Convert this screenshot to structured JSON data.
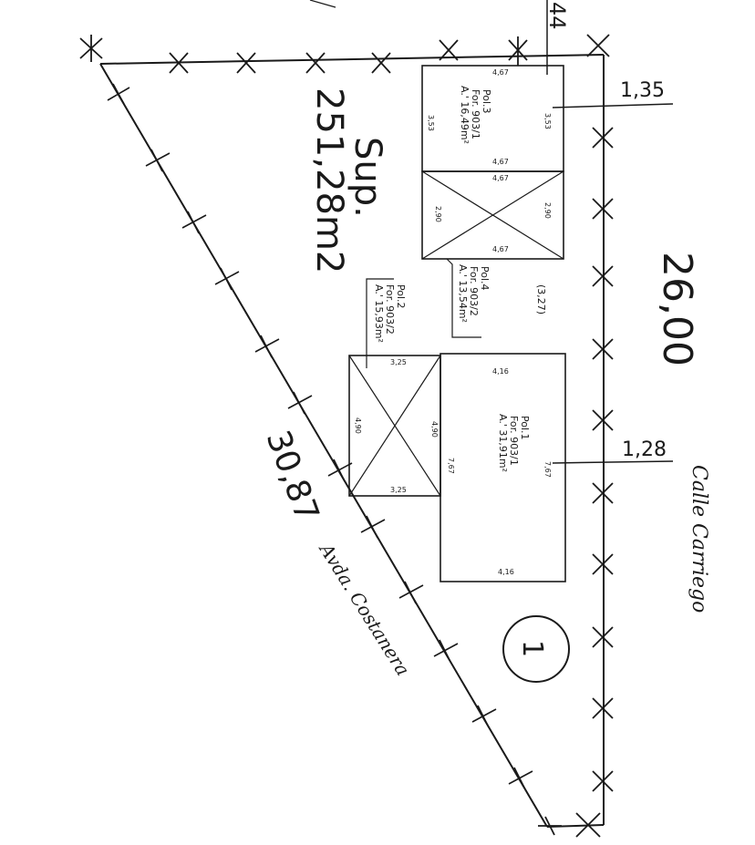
{
  "corner_label": "44",
  "dims": {
    "right_top": "1,35",
    "right_mid": "1,28",
    "right_side": "26,00",
    "hypotenuse": "30,87",
    "bracket": "(3,27)"
  },
  "streets": {
    "right": "Calle Carriego",
    "diagonal": "Avda. Costanera"
  },
  "surface": {
    "label": "Sup.",
    "value": "251,28m2"
  },
  "lot_number": "1",
  "polygons": {
    "pol1": {
      "title": "Pol.1",
      "for": "For. 903/1",
      "area": "A.' 31,91m²",
      "w_top": "4,16",
      "w_bottom": "4,16",
      "h_left": "7,67",
      "h_right": "7,67"
    },
    "pol2": {
      "title": "Pol.2",
      "for": "For. 903/2",
      "area": "A.' 15,93m²",
      "w_top": "3,25",
      "w_bottom": "3,25",
      "h_left": "4,90",
      "h_right": "4,90"
    },
    "pol3": {
      "title": "Pol.3",
      "for": "For. 903/1",
      "area": "A.' 16,49m²",
      "w_top": "4,67",
      "w_bottom": "4,67",
      "h_left": "3,53",
      "h_right": "3,53"
    },
    "pol4": {
      "title": "Pol.4",
      "for": "For. 903/2",
      "area": "A.' 13,54m²",
      "w_top": "4,67",
      "w_bottom": "4,67",
      "h_left": "2,90",
      "h_right": "2,90"
    }
  }
}
